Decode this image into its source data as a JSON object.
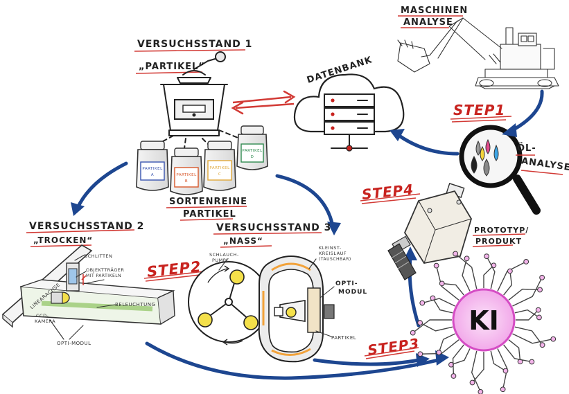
{
  "labels": {
    "maschinen_analyse_1": "MASCHINEN",
    "maschinen_analyse_2": "ANALYSE",
    "versuchsstand1_1": "VERSUCHSSTAND 1",
    "versuchsstand1_2": "„PARTIKEL“",
    "datenbank": "DATENBANK",
    "step1": "STEP1",
    "oel_analyse_1": "ÖL-",
    "oel_analyse_2": "ANALYSE",
    "sortenreine_1": "SORTENREINE",
    "sortenreine_2": "PARTIKEL",
    "step4": "STEP4",
    "versuchsstand2_1": "VERSUCHSSTAND 2",
    "versuchsstand2_2": "„TROCKEN“",
    "versuchsstand3_1": "VERSUCHSSTAND 3",
    "versuchsstand3_2": "„NASS“",
    "prototyp_1": "PROTOTYP/",
    "prototyp_2": "PRODUKT",
    "step2": "STEP2",
    "step3": "STEP3",
    "ki": "KI"
  },
  "jars": [
    "PARTIKEL A",
    "PARTIKEL B",
    "PARTIKEL C",
    "PARTIKEL D"
  ],
  "jar_colors": [
    "#3a55b0",
    "#d8572a",
    "#e0a93a",
    "#2f8a4f"
  ],
  "small_labels": {
    "schlitten": "SCHLITTEN",
    "objekttraeger_1": "OBJEKTTRÄGER",
    "objekttraeger_2": "MIT PARTIKELN",
    "linearachse": "LINEARACHSE",
    "ccd_1": "CCD-",
    "ccd_2": "KAMERA",
    "beleuchtung": "BELEUCHTUNG",
    "opti_modul_trocken": "OPTI-MODUL",
    "schlauchpumpe_1": "SCHLAUCH-",
    "schlauchpumpe_2": "PUMPE",
    "kleinstkreislauf_1": "KLEINST-",
    "kleinstkreislauf_2": "KREISLAUF",
    "kleinstkreislauf_3": "(TAUSCHBAR)",
    "opti_modul_nass_1": "OPTI-",
    "opti_modul_nass_2": "MODUL",
    "partikel": "PARTIKEL"
  },
  "colors": {
    "step_red": "#c8231f",
    "arrow_blue": "#1d4690",
    "ki_pink": "#e25bd0",
    "ki_fill": "#f7c8f2"
  }
}
